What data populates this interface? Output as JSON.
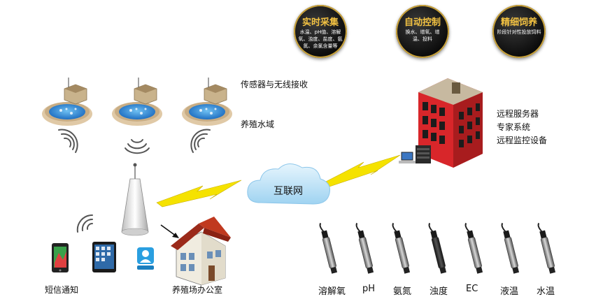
{
  "badges": [
    {
      "title": "实时采集",
      "desc": "水温、pH值、溶解氧、浊度、盐度、氨氮、余氯含量等"
    },
    {
      "title": "自动控制",
      "desc": "换水、增氧、增温、投料"
    },
    {
      "title": "精细饲养",
      "desc": "阶段针对性投放饲料"
    }
  ],
  "labels": {
    "sensor_wireless": "传感器与无线接收",
    "breeding_water": "养殖水域",
    "internet": "互联网",
    "sms_notice": "短信通知",
    "office": "养殖场办公室",
    "remote_server": "远程服务器",
    "expert_system": "专家系统",
    "remote_monitor": "远程监控设备"
  },
  "probes": [
    "溶解氧",
    "pH",
    "氨氮",
    "浊度",
    "EC",
    "液温",
    "水温"
  ],
  "colors": {
    "gold": "#f3c242",
    "badge_bg": "#1a1a1a",
    "water": "#3a8fd8",
    "building_red": "#d8262a",
    "cloud": "#bfe3f6",
    "lightning": "#f5e200"
  }
}
